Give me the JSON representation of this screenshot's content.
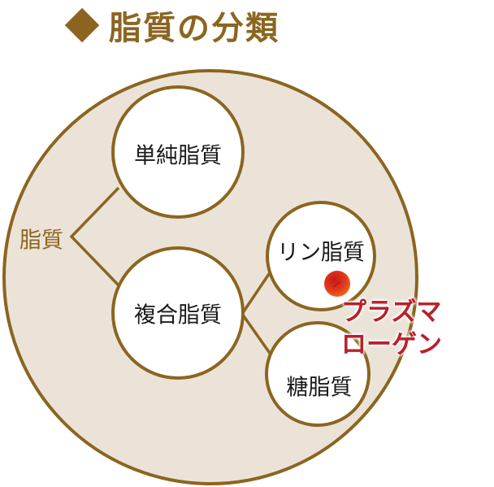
{
  "title": {
    "icon": "diamond-icon",
    "text": "脂質の分類"
  },
  "diagram": {
    "root_label": "脂質",
    "nodes": {
      "simple": "単純脂質",
      "complex": "複合脂質",
      "phospho": "リン脂質",
      "glyco": "糖脂質"
    },
    "callout": {
      "line1": "プラズマ",
      "line2": "ローゲン",
      "marker": "red-dot-marker"
    },
    "colors": {
      "stroke": "#8b6520",
      "fill_outer": "#ebe3d8",
      "fill_node": "#ffffff",
      "callout_text": "#b8202a",
      "marker": "#e03a1e",
      "title": "#8b6520"
    }
  }
}
